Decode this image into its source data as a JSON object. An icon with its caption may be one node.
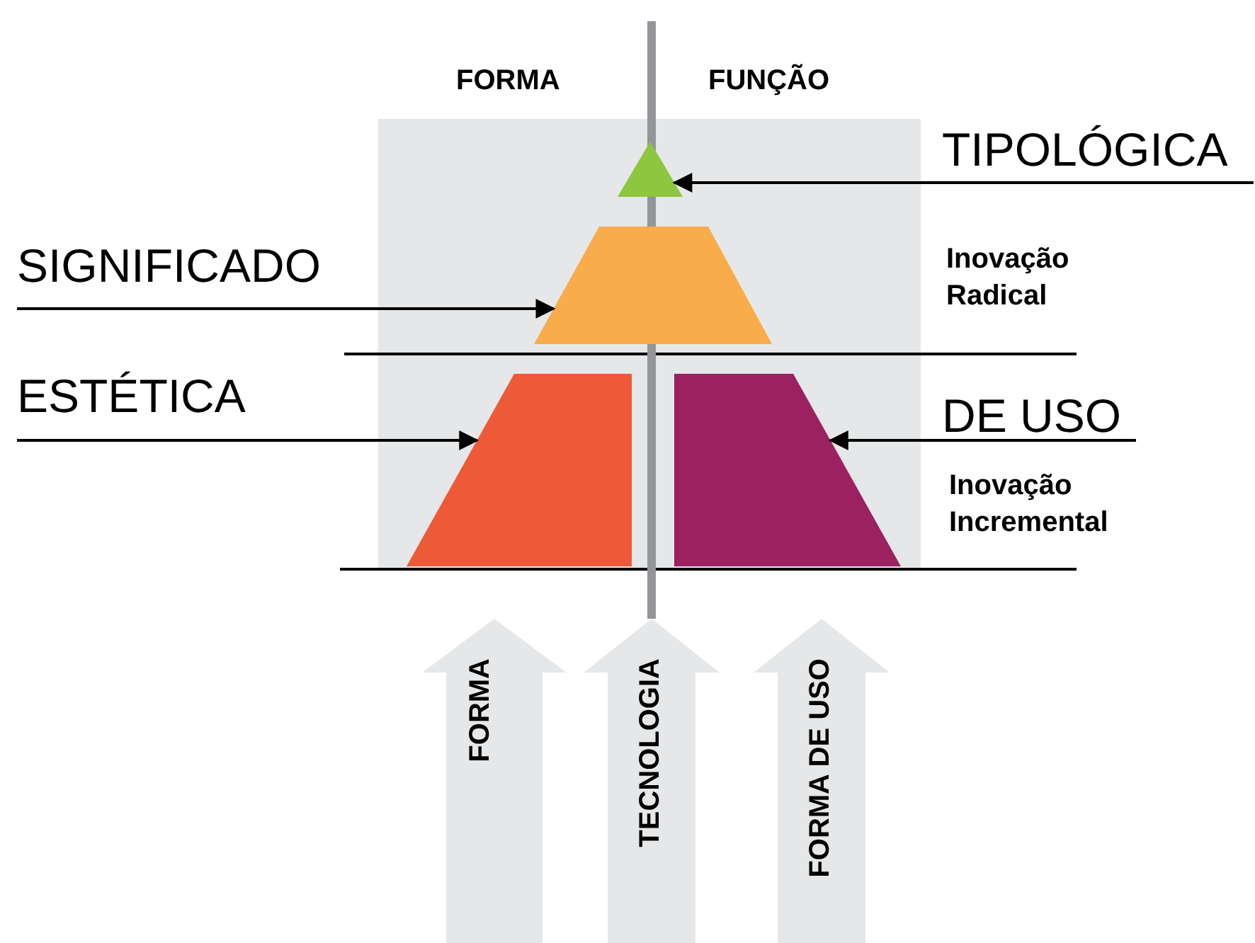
{
  "diagram": {
    "nodes": [
      {
        "text": [
          "TIPOLÓGICA"
        ]
      },
      {
        "text": [],
        "shape": "triangle"
      },
      {
        "text": [
          "SIGNIFICADO"
        ]
      },
      {
        "text": [],
        "shape": "trapezoid"
      },
      {
        "text": [
          "ESTÉTICA"
        ]
      },
      {
        "text": [],
        "shape": "trapezoid"
      },
      {
        "text": [
          "DE USO"
        ]
      },
      {
        "text": [],
        "shape": "trapezoid"
      },
      {
        "text": [
          "FORMA"
        ]
      },
      {
        "text": [
          "TECNOLOGIA"
        ]
      },
      {
        "text": [
          "FORMA DE USO"
        ]
      }
    ],
    "edges": [
      {
        "from": 0,
        "to": 1,
        "arrow": "to"
      },
      {
        "from": 2,
        "to": 3,
        "arrow": "to"
      },
      {
        "from": 4,
        "to": 5,
        "arrow": "to"
      },
      {
        "from": 6,
        "to": 7,
        "arrow": "to"
      }
    ],
    "labels": [
      "FORMA",
      "FUNÇÃO",
      "Inovação Radical",
      "Inovação Incremental"
    ]
  }
}
